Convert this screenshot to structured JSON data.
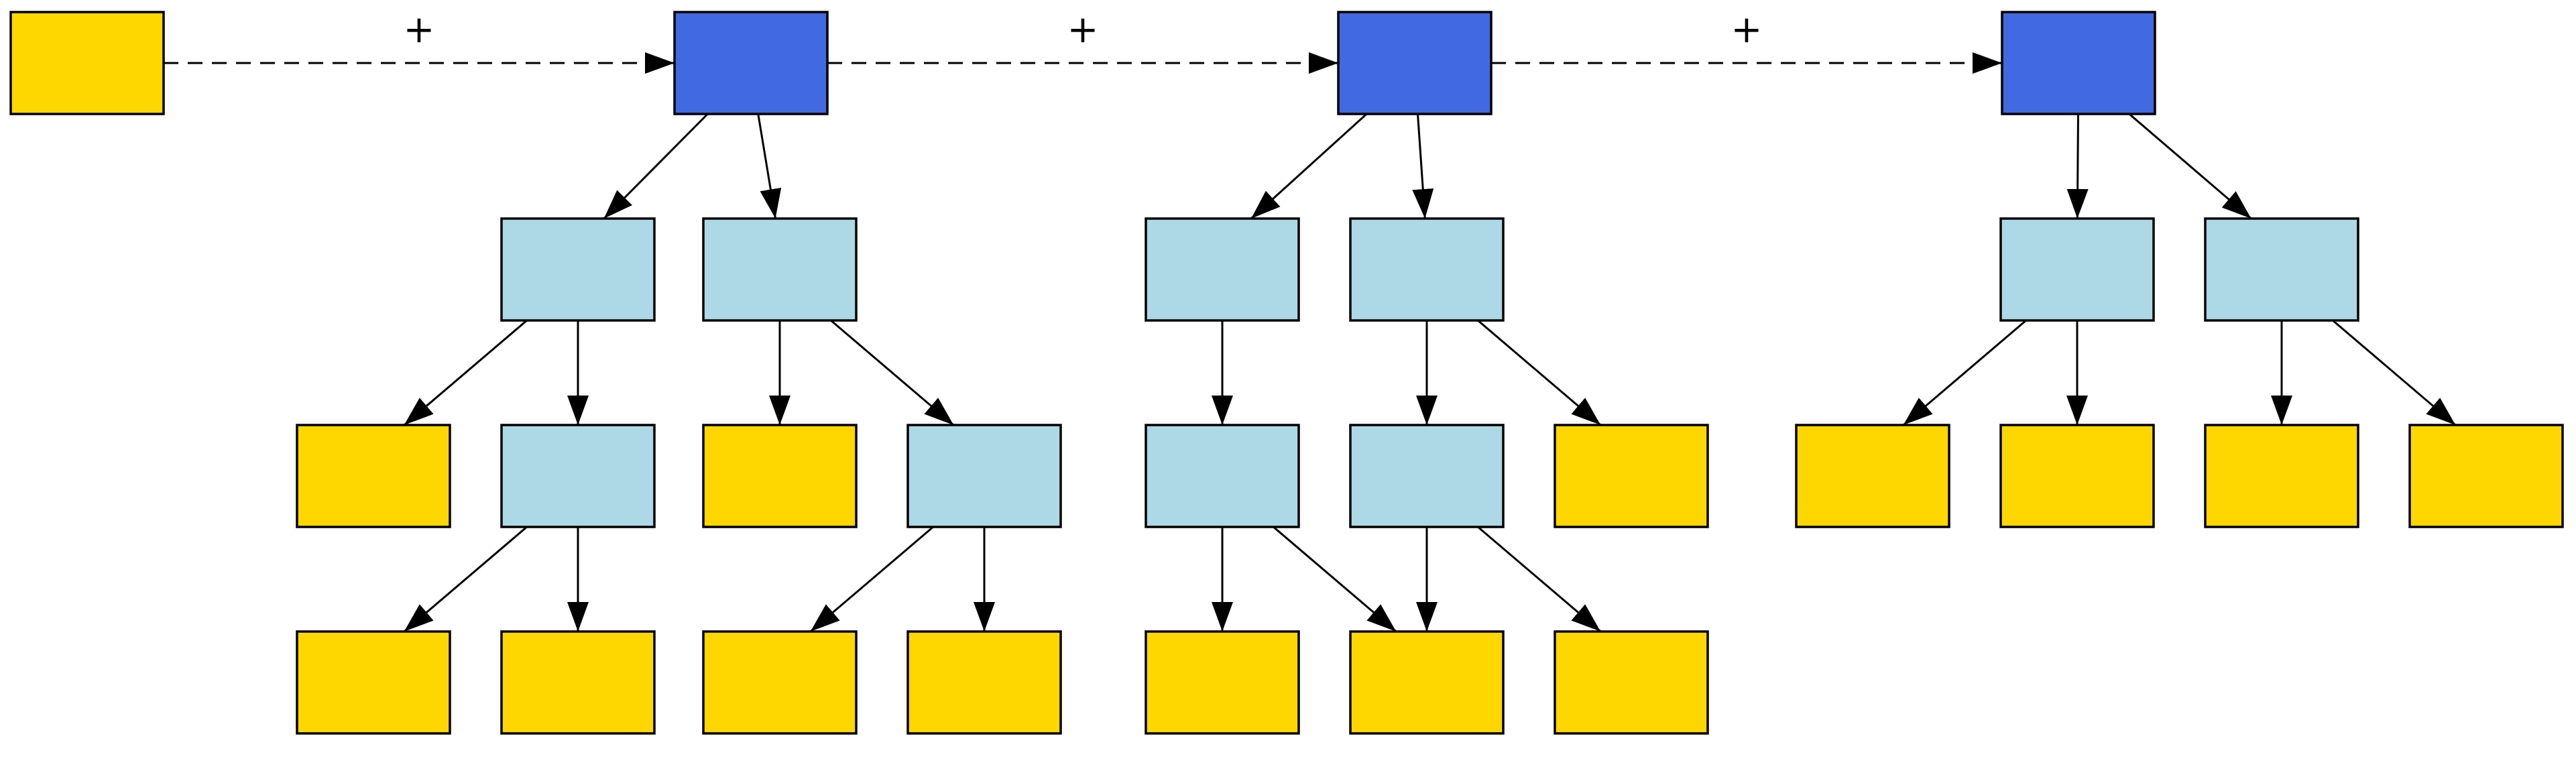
{
  "colors": {
    "blue": "#4169e1",
    "lightblue": "#add8e6",
    "yellow": "#ffd700",
    "stroke": "#000000"
  },
  "nodes": [
    {
      "id": "y0",
      "type": "yellow"
    },
    {
      "id": "b1",
      "type": "blue"
    },
    {
      "id": "b2",
      "type": "blue"
    },
    {
      "id": "b3",
      "type": "blue"
    },
    {
      "id": "lb1",
      "type": "lightblue"
    },
    {
      "id": "lb2",
      "type": "lightblue"
    },
    {
      "id": "lb3",
      "type": "lightblue"
    },
    {
      "id": "lb4",
      "type": "lightblue"
    },
    {
      "id": "lb5",
      "type": "lightblue"
    },
    {
      "id": "lb6",
      "type": "lightblue"
    },
    {
      "id": "lb7",
      "type": "lightblue"
    },
    {
      "id": "lb8",
      "type": "lightblue"
    },
    {
      "id": "lb9",
      "type": "lightblue"
    },
    {
      "id": "lb10",
      "type": "lightblue"
    },
    {
      "id": "y1",
      "type": "yellow"
    },
    {
      "id": "y2",
      "type": "yellow"
    },
    {
      "id": "y3",
      "type": "yellow"
    },
    {
      "id": "y4",
      "type": "yellow"
    },
    {
      "id": "y5",
      "type": "yellow"
    },
    {
      "id": "y6",
      "type": "yellow"
    },
    {
      "id": "y7",
      "type": "yellow"
    },
    {
      "id": "y8",
      "type": "yellow"
    },
    {
      "id": "y9",
      "type": "yellow"
    },
    {
      "id": "y10",
      "type": "yellow"
    },
    {
      "id": "y11",
      "type": "yellow"
    },
    {
      "id": "y12",
      "type": "yellow"
    },
    {
      "id": "y13",
      "type": "yellow"
    },
    {
      "id": "y14",
      "type": "yellow"
    },
    {
      "id": "y15",
      "type": "yellow"
    }
  ],
  "edges": [
    {
      "from": "y0",
      "to": "b1",
      "style": "dashed",
      "label": "+"
    },
    {
      "from": "b1",
      "to": "b2",
      "style": "dashed",
      "label": "+"
    },
    {
      "from": "b2",
      "to": "b3",
      "style": "dashed",
      "label": "+"
    },
    {
      "from": "b1",
      "to": "lb1",
      "style": "solid",
      "label": ""
    },
    {
      "from": "b1",
      "to": "lb2",
      "style": "solid",
      "label": ""
    },
    {
      "from": "lb1",
      "to": "y1",
      "style": "solid",
      "label": ""
    },
    {
      "from": "lb1",
      "to": "lb3",
      "style": "solid",
      "label": ""
    },
    {
      "from": "lb2",
      "to": "y2",
      "style": "solid",
      "label": ""
    },
    {
      "from": "lb2",
      "to": "lb4",
      "style": "solid",
      "label": ""
    },
    {
      "from": "lb3",
      "to": "y3",
      "style": "solid",
      "label": ""
    },
    {
      "from": "lb3",
      "to": "y4",
      "style": "solid",
      "label": ""
    },
    {
      "from": "lb4",
      "to": "y5",
      "style": "solid",
      "label": ""
    },
    {
      "from": "lb4",
      "to": "y6",
      "style": "solid",
      "label": ""
    },
    {
      "from": "b2",
      "to": "lb5",
      "style": "solid",
      "label": ""
    },
    {
      "from": "b2",
      "to": "lb6",
      "style": "solid",
      "label": ""
    },
    {
      "from": "lb5",
      "to": "lb7",
      "style": "solid",
      "label": ""
    },
    {
      "from": "lb6",
      "to": "lb8",
      "style": "solid",
      "label": ""
    },
    {
      "from": "lb6",
      "to": "y7",
      "style": "solid",
      "label": ""
    },
    {
      "from": "lb7",
      "to": "y8",
      "style": "solid",
      "label": ""
    },
    {
      "from": "lb7",
      "to": "y9",
      "style": "solid",
      "label": ""
    },
    {
      "from": "lb8",
      "to": "y9",
      "style": "solid",
      "label": ""
    },
    {
      "from": "lb8",
      "to": "y10",
      "style": "solid",
      "label": ""
    },
    {
      "from": "b3",
      "to": "lb9",
      "style": "solid",
      "label": ""
    },
    {
      "from": "b3",
      "to": "lb10",
      "style": "solid",
      "label": ""
    },
    {
      "from": "lb9",
      "to": "y11",
      "style": "solid",
      "label": ""
    },
    {
      "from": "lb9",
      "to": "y12",
      "style": "solid",
      "label": ""
    },
    {
      "from": "lb10",
      "to": "y13",
      "style": "solid",
      "label": ""
    },
    {
      "from": "lb10",
      "to": "y14",
      "style": "solid",
      "label": ""
    }
  ]
}
